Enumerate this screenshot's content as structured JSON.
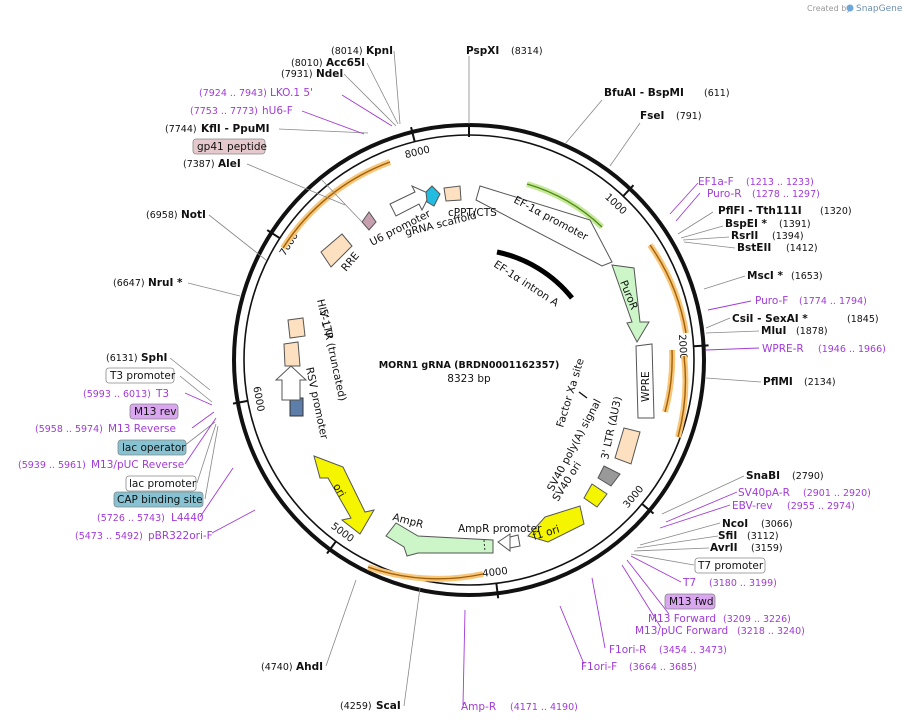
{
  "credit": {
    "prefix": "Created by",
    "brand": "SnapGene"
  },
  "title": "MORN1 gRNA (BRDN0001162357)",
  "size_label": "8323 bp",
  "total_bp": 8323,
  "colors": {
    "orange": "#f4a53b",
    "green": "#8bc34a",
    "purple": "#a23bd6",
    "yellow": "#f5f500",
    "lightgreen": "#ccf5c8",
    "peach": "#fde0c0"
  },
  "ticks": [
    {
      "label": "1000",
      "bp": 1000
    },
    {
      "label": "2000",
      "bp": 2000
    },
    {
      "label": "3000",
      "bp": 3000
    },
    {
      "label": "4000",
      "bp": 4000
    },
    {
      "label": "5000",
      "bp": 5000
    },
    {
      "label": "6000",
      "bp": 6000
    },
    {
      "label": "7000",
      "bp": 7000
    },
    {
      "label": "8000",
      "bp": 8000
    }
  ],
  "enzymes_right": [
    {
      "name": "PspXI",
      "pos": "(8314)"
    },
    {
      "name": "BfuAI  -  BspMI",
      "pos": "(611)"
    },
    {
      "name": "FseI",
      "pos": "(791)"
    },
    {
      "name": "PflFI  -  Tth111I",
      "pos": "(1320)"
    },
    {
      "name": "BspEI *",
      "pos": "(1391)"
    },
    {
      "name": "RsrII",
      "pos": "(1394)"
    },
    {
      "name": "BstEII",
      "pos": "(1412)"
    },
    {
      "name": "MscI *",
      "pos": "(1653)"
    },
    {
      "name": "CsiI  -  SexAI *",
      "pos": "(1845)"
    },
    {
      "name": "MluI",
      "pos": "(1878)"
    },
    {
      "name": "PflMI",
      "pos": "(2134)"
    },
    {
      "name": "SnaBI",
      "pos": "(2790)"
    },
    {
      "name": "NcoI",
      "pos": "(3066)"
    },
    {
      "name": "SfiI",
      "pos": "(3112)"
    },
    {
      "name": "AvrII",
      "pos": "(3159)"
    }
  ],
  "enzymes_left": [
    {
      "name": "KpnI",
      "pos": "(8014)"
    },
    {
      "name": "Acc65I",
      "pos": "(8010)"
    },
    {
      "name": "NdeI",
      "pos": "(7931)"
    },
    {
      "name": "KflI  -  PpuMI",
      "pos": "(7744)"
    },
    {
      "name": "AleI",
      "pos": "(7387)"
    },
    {
      "name": "NotI",
      "pos": "(6958)"
    },
    {
      "name": "NruI *",
      "pos": "(6647)"
    },
    {
      "name": "SphI",
      "pos": "(6131)"
    },
    {
      "name": "AhdI",
      "pos": "(4740)"
    },
    {
      "name": "ScaI",
      "pos": "(4259)"
    }
  ],
  "primers_right": [
    {
      "name": "EF1a-F",
      "pos": "(1213 .. 1233)"
    },
    {
      "name": "Puro-R",
      "pos": "(1278 .. 1297)"
    },
    {
      "name": "Puro-F",
      "pos": "(1774 .. 1794)"
    },
    {
      "name": "WPRE-R",
      "pos": "(1946 .. 1966)"
    },
    {
      "name": "SV40pA-R",
      "pos": "(2901 .. 2920)"
    },
    {
      "name": "EBV-rev",
      "pos": "(2955 .. 2974)"
    },
    {
      "name": "T7",
      "pos": "(3180 .. 3199)"
    },
    {
      "name": "M13 Forward",
      "pos": "(3209 .. 3226)"
    },
    {
      "name": "M13/pUC Forward",
      "pos": "(3218 .. 3240)"
    },
    {
      "name": "F1ori-R",
      "pos": "(3454 .. 3473)"
    },
    {
      "name": "F1ori-F",
      "pos": "(3664 .. 3685)"
    },
    {
      "name": "Amp-R",
      "pos": "(4171 .. 4190)"
    }
  ],
  "primers_left": [
    {
      "name": "LKO.1 5'",
      "pos": "(7924 .. 7943)"
    },
    {
      "name": "hU6-F",
      "pos": "(7753 .. 7773)"
    },
    {
      "name": "T3",
      "pos": "(5993 .. 6013)"
    },
    {
      "name": "M13 Reverse",
      "pos": "(5958 .. 5974)"
    },
    {
      "name": "M13/pUC Reverse",
      "pos": "(5939 .. 5961)"
    },
    {
      "name": "L4440",
      "pos": "(5726 .. 5743)"
    },
    {
      "name": "pBR322ori-F",
      "pos": "(5473 .. 5492)"
    }
  ],
  "boxes": {
    "gp41": "gp41 peptide",
    "t3_promoter": "T3 promoter",
    "m13_rev": "M13 rev",
    "lac_operator": "lac operator",
    "lac_promoter": "lac promoter",
    "cap_site": "CAP binding site",
    "t7_promoter": "T7 promoter",
    "m13_fwd": "M13 fwd"
  },
  "features": {
    "ef1a_promoter": "EF-1α promoter",
    "ef1a_intron": "EF-1α intron A",
    "puror": "PuroR",
    "wpre": "WPRE",
    "ltr3": "3' LTR (ΔU3)",
    "factor_xa": "Factor Xa site",
    "sv40_polya": "SV40 poly(A) signal",
    "sv40_ori": "SV40 ori",
    "f1_ori": "f1 ori",
    "ampr_promoter": "AmpR promoter",
    "ampr": "AmpR",
    "ori": "ori",
    "rsv_promoter": "RSV promoter",
    "ltr5": "5' LTR (truncated)",
    "hiv_psi": "HIV-1 Ψ",
    "rre": "RRE",
    "u6_promoter": "U6 promoter",
    "grna_scaffold": "gRNA scaffold",
    "cppt": "cPPT/CTS"
  }
}
